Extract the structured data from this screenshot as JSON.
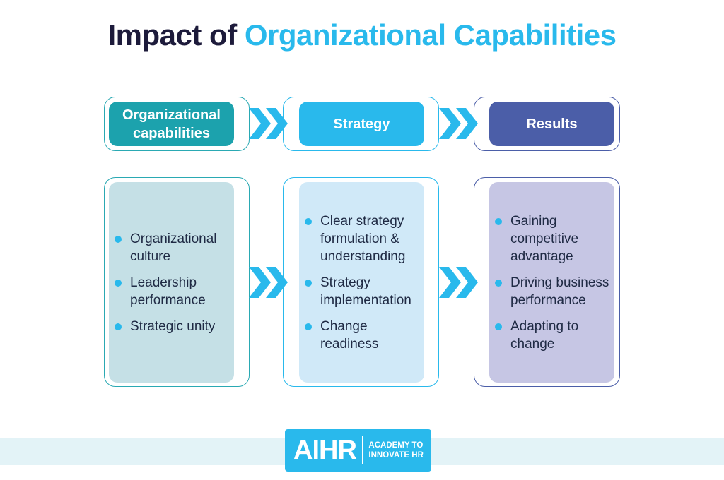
{
  "title": {
    "part1": "Impact of ",
    "part2": "Organizational Capabilities"
  },
  "colors": {
    "title_dark": "#1d1b3b",
    "accent": "#29b9ec",
    "stage1_header": "#1ca2ad",
    "stage2_header": "#29b9ec",
    "stage3_header": "#4b5ea8",
    "stage1_panel": "#c5e0e6",
    "stage2_panel": "#d0e9f8",
    "stage3_panel": "#c6c6e4",
    "band": "#e3f3f7"
  },
  "stages": [
    {
      "header_line1": "Organizational",
      "header_line2": "capabilities",
      "items": [
        "Organizational culture",
        "Leadership performance",
        "Strategic unity"
      ]
    },
    {
      "header_line1": "Strategy",
      "items": [
        "Clear strategy formulation & understanding",
        "Strategy implementation",
        "Change readiness"
      ]
    },
    {
      "header_line1": "Results",
      "items": [
        "Gaining competitive advantage",
        "Driving business performance",
        "Adapting to change"
      ]
    }
  ],
  "arrows": {
    "icon": "double-chevron-right-icon"
  },
  "logo": {
    "main": "AIHR",
    "sub_line1": "ACADEMY TO",
    "sub_line2": "INNOVATE HR"
  }
}
